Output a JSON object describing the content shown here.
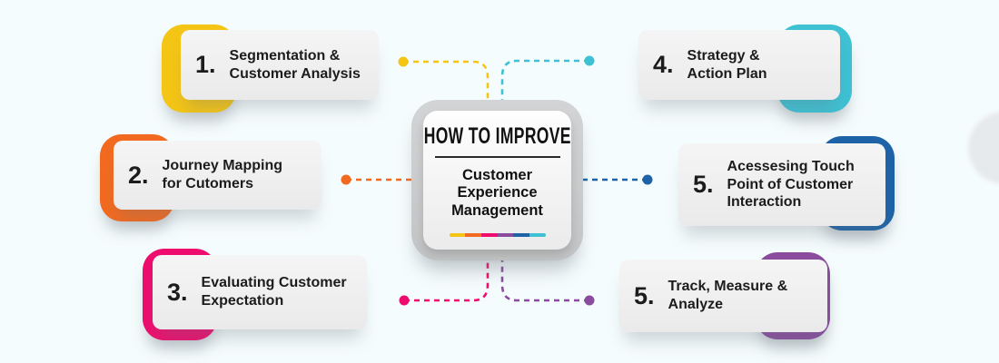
{
  "background_color": "#F5FCFD",
  "center": {
    "heading": "HOW TO IMPROVE",
    "subheading": "Customer Experience Management",
    "palette": [
      "#F5C515",
      "#F26A1F",
      "#EE0D6E",
      "#8A4D9E",
      "#1E63A7",
      "#3EC1D3"
    ]
  },
  "steps": [
    {
      "number": "1.",
      "label": "Segmentation & Customer Analysis",
      "color": "#F5C515"
    },
    {
      "number": "2.",
      "label": "Journey Mapping for Cutomers",
      "color": "#F26A1F"
    },
    {
      "number": "3.",
      "label": "Evaluating Customer Expectation",
      "color": "#EE0D6E"
    },
    {
      "number": "4.",
      "label": "Strategy & Action Plan",
      "color": "#3EC1D3"
    },
    {
      "number": "5.",
      "label": "Acessesing Touch Point of Customer Interaction",
      "color": "#1E63A7"
    },
    {
      "number": "5.",
      "label": "Track, Measure & Analyze",
      "color": "#8A4D9E"
    }
  ]
}
